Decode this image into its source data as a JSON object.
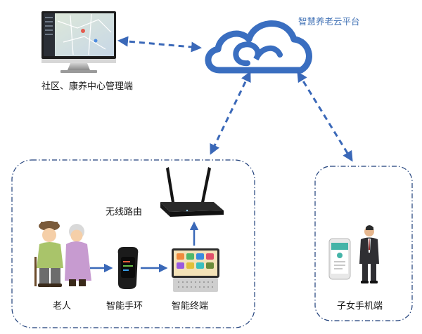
{
  "cloud": {
    "title": "智慧养老云平台"
  },
  "nodes": {
    "admin": {
      "label": "社区、康养中心管理端"
    },
    "router": {
      "label": "无线路由"
    },
    "elder": {
      "label": "老人"
    },
    "band": {
      "label": "智能手环"
    },
    "terminal": {
      "label": "智能终端"
    },
    "family": {
      "label": "子女手机端"
    }
  },
  "colors": {
    "arrow": "#3a68b8",
    "group_border": "#1f3f7a",
    "cloud": "#3a6ec0"
  }
}
